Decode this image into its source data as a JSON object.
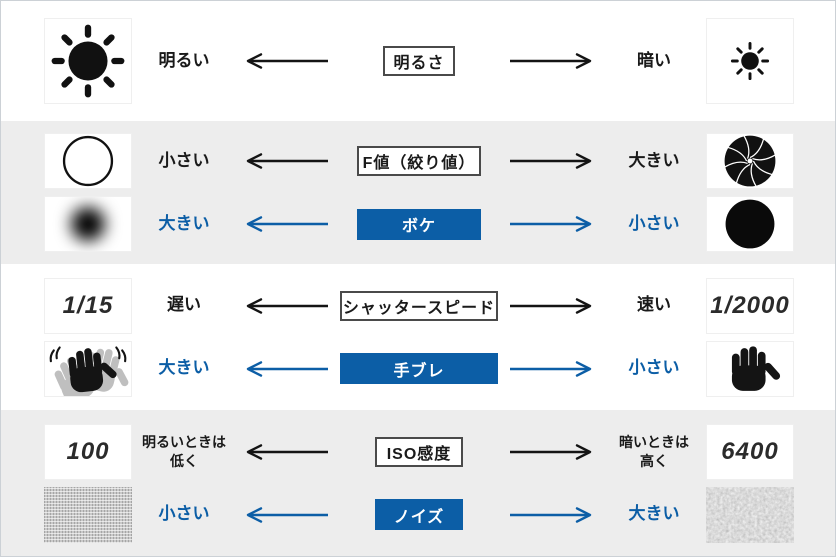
{
  "colors": {
    "accent_blue": "#0c5ea6",
    "band_gray": "#ededed",
    "ink": "#1a1a1a"
  },
  "rows": {
    "brightness": {
      "main": {
        "left_icon": "sun-large",
        "left_label": "明るい",
        "center": "明るさ",
        "right_label": "暗い",
        "right_icon": "sun-small"
      }
    },
    "aperture": {
      "main": {
        "left_icon": "circle-outline",
        "left_label": "小さい",
        "center": "F値（絞り値）",
        "right_label": "大きい",
        "right_icon": "aperture-blades"
      },
      "sub": {
        "left_icon": "blurred-circle",
        "left_label": "大きい",
        "center": "ボケ",
        "right_label": "小さい",
        "right_icon": "solid-circle"
      }
    },
    "shutter": {
      "main": {
        "left_value": "1/15",
        "left_label": "遅い",
        "center": "シャッタースピード",
        "right_label": "速い",
        "right_value": "1/2000"
      },
      "sub": {
        "left_icon": "hand-shake",
        "left_label": "大きい",
        "center": "手ブレ",
        "right_label": "小さい",
        "right_icon": "hand"
      }
    },
    "iso": {
      "main": {
        "left_value": "100",
        "left_label": "明るいときは\n低く",
        "center": "ISO感度",
        "right_label": "暗いときは\n高く",
        "right_value": "6400"
      },
      "sub": {
        "left_icon": "grain-fine",
        "left_label": "小さい",
        "center": "ノイズ",
        "right_label": "大きい",
        "right_icon": "grain-coarse"
      }
    }
  }
}
